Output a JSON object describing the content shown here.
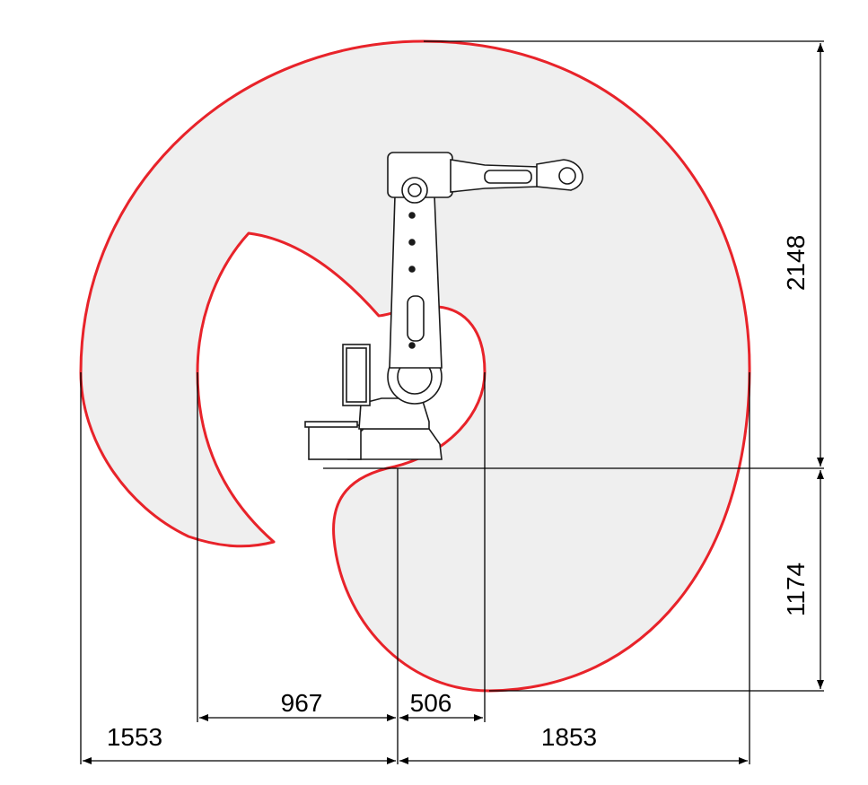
{
  "diagram": {
    "dimensions": {
      "left_reach": "1553",
      "inner_left": "967",
      "inner_right": "506",
      "right_reach": "1853",
      "height_above": "2148",
      "height_below": "1174"
    },
    "colors": {
      "envelope_outline": "#e8232a",
      "envelope_fill": "#efefef",
      "lines": "#000000",
      "background": "#ffffff"
    }
  }
}
